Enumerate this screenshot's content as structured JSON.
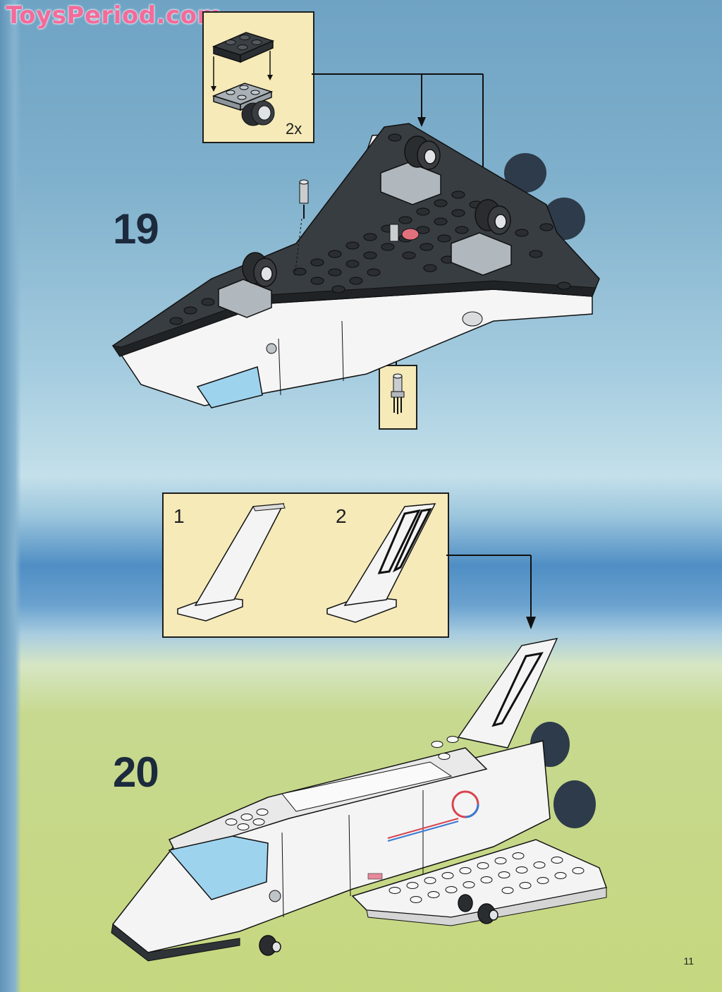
{
  "watermark": {
    "text": "ToysPeriod.com"
  },
  "steps": [
    {
      "number": "19",
      "callouts": [
        {
          "quantity": "2x"
        }
      ]
    },
    {
      "number": "20",
      "variants": [
        {
          "label": "1"
        },
        {
          "label": "2"
        }
      ]
    }
  ],
  "page": {
    "number": "11"
  },
  "colors": {
    "callout_bg": "#f5eab8",
    "step_number": "#1c2a3d",
    "watermark": "#f36b9a",
    "shuttle_dark": "#2e3338",
    "shuttle_white": "#f4f4f4"
  }
}
